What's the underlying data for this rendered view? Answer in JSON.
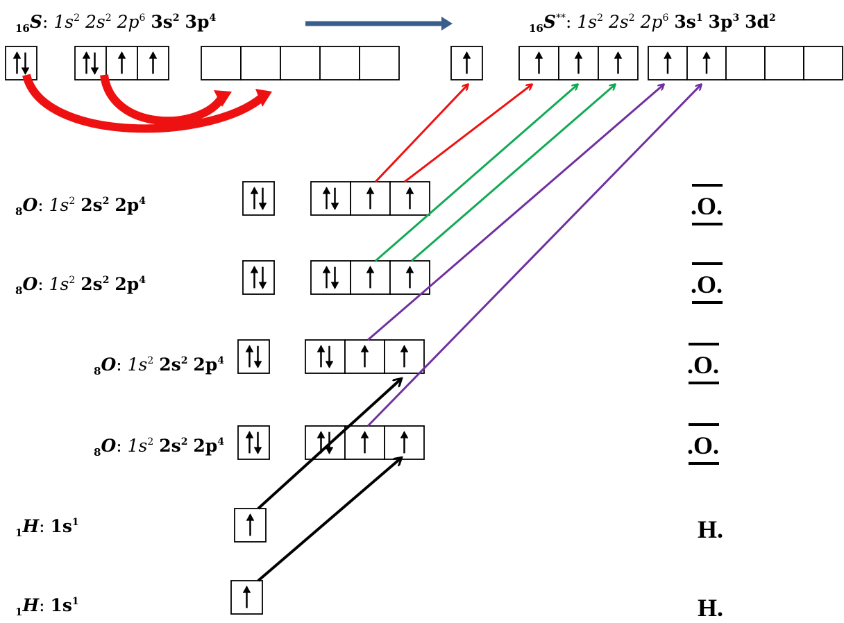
{
  "s_ground": {
    "z": "16",
    "sym": "S",
    "core": "1s",
    "core_e": "2",
    "core2": "2s",
    "core2_e": "2",
    "core3": "2p",
    "core3_e": "6",
    "val1": "3s",
    "val1_e": "2",
    "val2": "3p",
    "val2_e": "4"
  },
  "s_excited": {
    "z": "16",
    "sym": "S",
    "stars": "**",
    "core": "1s",
    "core_e": "2",
    "core2": "2s",
    "core2_e": "2",
    "core3": "2p",
    "core3_e": "6",
    "val1": "3s",
    "val1_e": "1",
    "val2": "3p",
    "val2_e": "3",
    "val3": "3d",
    "val3_e": "2"
  },
  "oxygen": [
    {
      "z": "8",
      "sym": "O",
      "core": "1s",
      "core_e": "2",
      "v1": "2s",
      "v1_e": "2",
      "v2": "2p",
      "v2_e": "4"
    },
    {
      "z": "8",
      "sym": "O",
      "core": "1s",
      "core_e": "2",
      "v1": "2s",
      "v1_e": "2",
      "v2": "2p",
      "v2_e": "4"
    },
    {
      "z": "8",
      "sym": "O",
      "core": "1s",
      "core_e": "2",
      "v1": "2s",
      "v1_e": "2",
      "v2": "2p",
      "v2_e": "4"
    },
    {
      "z": "8",
      "sym": "O",
      "core": "1s",
      "core_e": "2",
      "v1": "2s",
      "v1_e": "2",
      "v2": "2p",
      "v2_e": "4"
    }
  ],
  "hydrogen": [
    {
      "z": "1",
      "sym": "H",
      "v1": "1s",
      "v1_e": "1"
    },
    {
      "z": "1",
      "sym": "H",
      "v1": "1s",
      "v1_e": "1"
    }
  ],
  "lewis": [
    ".O.",
    ".O.",
    ".O.",
    ".O.",
    "H.",
    "H."
  ],
  "colors": {
    "red": "#ee1111",
    "green": "#11aa55",
    "purple": "#7030a0",
    "black": "#000000",
    "big_arrow": "#3a5e8c"
  },
  "orbitals": {
    "s_ground": [
      [
        "ud"
      ],
      [
        "ud",
        "u",
        "u"
      ],
      [
        "",
        "",
        "",
        "",
        ""
      ]
    ],
    "s_excited": [
      [
        "u"
      ],
      [
        "u",
        "u",
        "u"
      ],
      [
        "u",
        "u",
        "",
        "",
        ""
      ]
    ],
    "oxygen": [
      [
        "ud"
      ],
      [
        "ud",
        "u",
        "u"
      ]
    ],
    "hydrogen": [
      [
        "u"
      ]
    ]
  }
}
